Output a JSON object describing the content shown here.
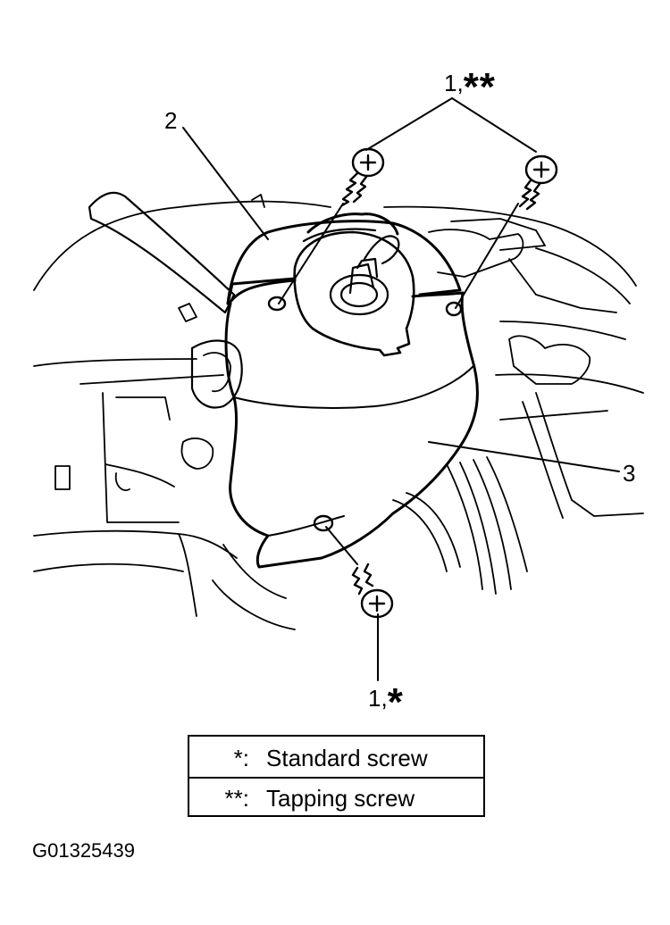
{
  "callouts": {
    "top": {
      "number": "1,",
      "mark": "**"
    },
    "part2": "2",
    "part3": "3",
    "bottom": {
      "number": "1,",
      "mark": "*"
    }
  },
  "legend": [
    {
      "key": "*:",
      "value": "Standard screw"
    },
    {
      "key": "**:",
      "value": "Tapping screw"
    }
  ],
  "figure_id": "G01325439",
  "colors": {
    "ink": "#000000",
    "paper": "#ffffff"
  }
}
